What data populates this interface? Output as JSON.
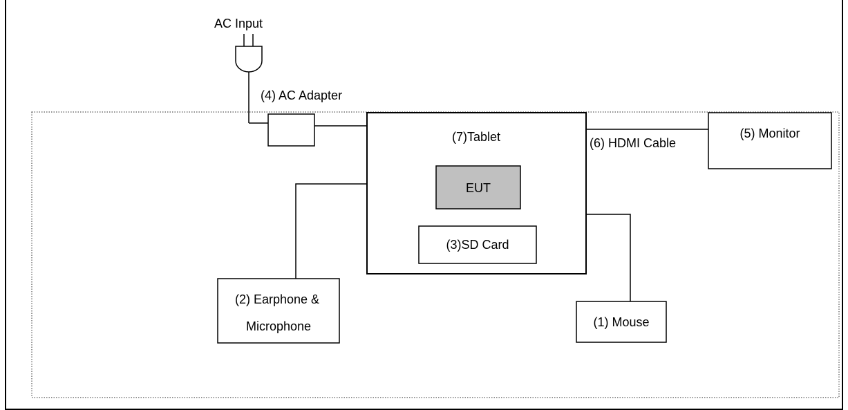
{
  "labels": {
    "ac_input": "AC Input",
    "ac_adapter": "(4) AC Adapter",
    "tablet": "(7)Tablet",
    "eut": "EUT",
    "sd_card": "(3)SD Card",
    "hdmi_cable": "(6) HDMI Cable",
    "monitor": "(5) Monitor",
    "earphone_line1": "(2) Earphone &",
    "earphone_line2": "Microphone",
    "mouse": "(1) Mouse"
  },
  "colors": {
    "eut_fill": "#c0c0c0",
    "line": "#000000",
    "background": "#ffffff"
  }
}
